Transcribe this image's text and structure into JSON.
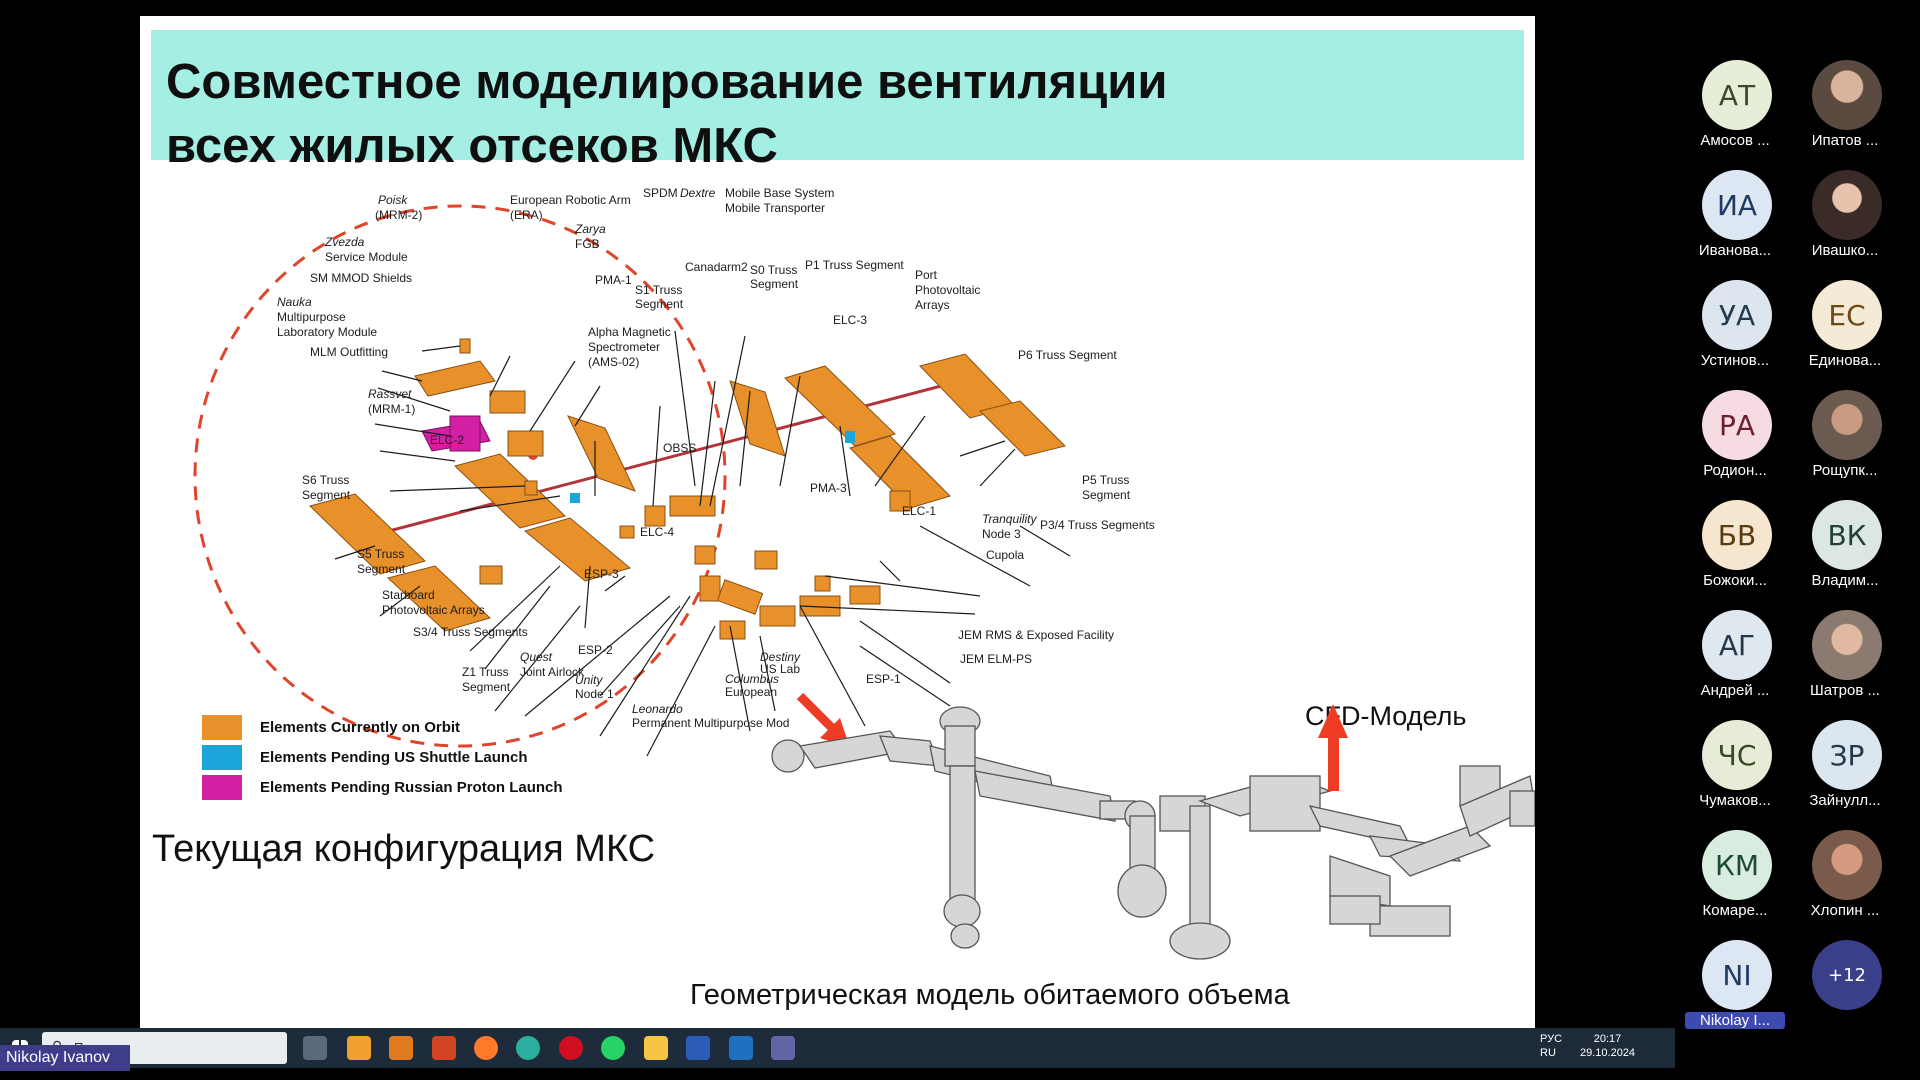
{
  "slide": {
    "title_line1": "Совместное моделирование вентиляции",
    "title_line2": "всех жилых отсеков МКС",
    "config_caption": "Текущая конфигурация МКС",
    "cfd_label": "CFD-Модель",
    "geo_caption": "Геометрическая модель обитаемого объема"
  },
  "legend": [
    {
      "label": "Elements Currently on Orbit",
      "color": "#e8912b"
    },
    {
      "label": "Elements Pending US Shuttle Launch",
      "color": "#1aa6d8"
    },
    {
      "label": "Elements Pending Russian Proton Launch",
      "color": "#d21fa4"
    }
  ],
  "diagram_labels": {
    "poisk": "Poisk",
    "mrm2": "(MRM-2)",
    "era1": "European Robotic Arm",
    "era2": "(ERA)",
    "zvezda": "Zvezda",
    "service_module": "Service Module",
    "sm_mmod": "SM MMOD Shields",
    "nauka": "Nauka",
    "multipurpose": "Multipurpose",
    "lab_module": "Laboratory Module",
    "mlm_outfitting": "MLM Outfitting",
    "rassvet": "Rassvet",
    "mrm1": "(MRM-1)",
    "zarya": "Zarya",
    "fgb": "FGB",
    "pma1": "PMA-1",
    "ams1": "Alpha Magnetic",
    "ams2": "Spectrometer",
    "ams3": "(AMS-02)",
    "s1_1": "S1 Truss",
    "s1_2": "Segment",
    "spdm": "SPDM",
    "dextre": "Dextre",
    "mbs1": "Mobile Base System",
    "mbs2": "Mobile Transporter",
    "canadarm2": "Canadarm2",
    "s0_1": "S0 Truss",
    "s0_2": "Segment",
    "p1": "P1 Truss Segment",
    "port1": "Port",
    "port2": "Photovoltaic",
    "port3": "Arrays",
    "elc3": "ELC-3",
    "p6": "P6 Truss Segment",
    "elc2": "ELC-2",
    "obss": "OBSS",
    "pma3": "PMA-3",
    "p5_1": "P5 Truss",
    "p5_2": "Segment",
    "s6_1": "S6 Truss",
    "s6_2": "Segment",
    "elc4": "ELC-4",
    "elc1": "ELC-1",
    "tranquility": "Tranquility",
    "node3": "Node 3",
    "p34": "P3/4 Truss Segments",
    "s5_1": "S5 Truss",
    "s5_2": "Segment",
    "esp3": "ESP-3",
    "cupola": "Cupola",
    "starboard1": "Starboard",
    "starboard2": "Photovoltaic Arrays",
    "s34": "S3/4 Truss Segments",
    "jem_rms": "JEM RMS & Exposed Facility",
    "esp2": "ESP-2",
    "quest": "Quest",
    "joint_airlock": "Joint Airlock",
    "z1_1": "Z1 Truss",
    "z1_2": "Segment",
    "jem_elm": "JEM ELM-PS",
    "destiny": "Destiny",
    "us_lab": "US Lab",
    "columbus": "Columbus",
    "european": "European",
    "esp1": "ESP-1",
    "unity": "Unity",
    "node1": "Node 1",
    "leonardo": "Leonardo",
    "pmm": "Permanent Multipurpose Mod"
  },
  "participants": [
    {
      "initials": "АТ",
      "name": "Амосов ...",
      "bg": "#e6eed8",
      "fg": "#3c4a2a",
      "photo": false
    },
    {
      "initials": "",
      "name": "Ипатов ...",
      "bg": "#5a4a40",
      "fg": "#fff",
      "photo": true
    },
    {
      "initials": "ИА",
      "name": "Иванова...",
      "bg": "#dde6f3",
      "fg": "#1f3b63",
      "photo": false
    },
    {
      "initials": "",
      "name": "Ивашко...",
      "bg": "#4a3a38",
      "fg": "#fff",
      "photo": true
    },
    {
      "initials": "УА",
      "name": "Устинов...",
      "bg": "#dde6ee",
      "fg": "#25394f",
      "photo": false
    },
    {
      "initials": "ЕС",
      "name": "Единова...",
      "bg": "#f5ead6",
      "fg": "#6b4a16",
      "photo": false
    },
    {
      "initials": "РА",
      "name": "Родион...",
      "bg": "#f6dbe2",
      "fg": "#6a1f33",
      "photo": false
    },
    {
      "initials": "",
      "name": "Рощупк...",
      "bg": "#6a5a50",
      "fg": "#fff",
      "photo": true
    },
    {
      "initials": "БВ",
      "name": "Божоки...",
      "bg": "#f6e6cf",
      "fg": "#5a3c12",
      "photo": false
    },
    {
      "initials": "ВК",
      "name": "Владим...",
      "bg": "#dce6e3",
      "fg": "#23403a",
      "photo": false
    },
    {
      "initials": "АГ",
      "name": "Андрей ...",
      "bg": "#dfe7ef",
      "fg": "#24364a",
      "photo": false
    },
    {
      "initials": "",
      "name": "Шатров ...",
      "bg": "#8a7a70",
      "fg": "#fff",
      "photo": true
    },
    {
      "initials": "ЧС",
      "name": "Чумаков...",
      "bg": "#e6ecd8",
      "fg": "#3a4722",
      "photo": false
    },
    {
      "initials": "ЗР",
      "name": "Зайнулл...",
      "bg": "#dbe6ee",
      "fg": "#24384c",
      "photo": false
    },
    {
      "initials": "КМ",
      "name": "Комаре...",
      "bg": "#d8ece0",
      "fg": "#1f4a33",
      "photo": false
    },
    {
      "initials": "",
      "name": "Хлопин ...",
      "bg": "#7a5a4a",
      "fg": "#fff",
      "photo": true
    },
    {
      "initials": "NI",
      "name": "Nikolay I...",
      "bg": "#dde6f3",
      "fg": "#1f3b63",
      "photo": false
    },
    {
      "initials": "+12",
      "name": "",
      "bg": "#3a3f8a",
      "fg": "#fff",
      "photo": false
    }
  ],
  "active_speaker": "Nikolay Ivanov",
  "taskbar": {
    "search_placeholder": "Поиск",
    "lang1": "РУС",
    "lang2": "RU",
    "time": "20:17",
    "date": "29.10.2024"
  },
  "colors": {
    "title_band": "#a4eee4",
    "module_orange": "#e8912b",
    "orbit_dash": "#e0442a",
    "arrow_red": "#ee3b24"
  }
}
